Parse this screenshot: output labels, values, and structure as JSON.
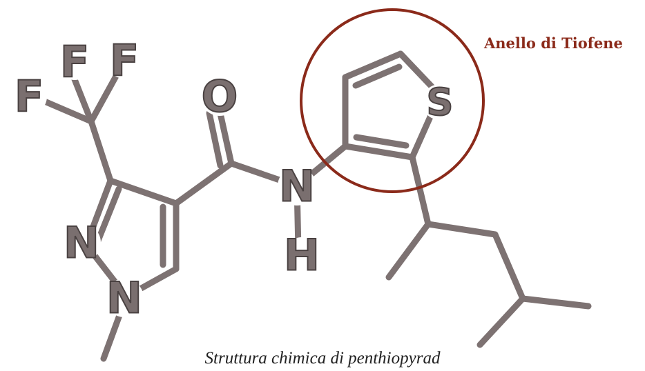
{
  "annotation": {
    "text": "Anello di Tiofene",
    "color": "#8b2a1a"
  },
  "caption": "Struttura chimica di penthiopyrad",
  "atoms": {
    "F1": "F",
    "F2": "F",
    "F3": "F",
    "O": "O",
    "N_amide": "N",
    "H": "H",
    "N1": "N",
    "N2": "N",
    "S": "S"
  },
  "colors": {
    "bond": "#7d7272",
    "atom": "#7a6f6f",
    "circle": "#8b2a1a"
  }
}
